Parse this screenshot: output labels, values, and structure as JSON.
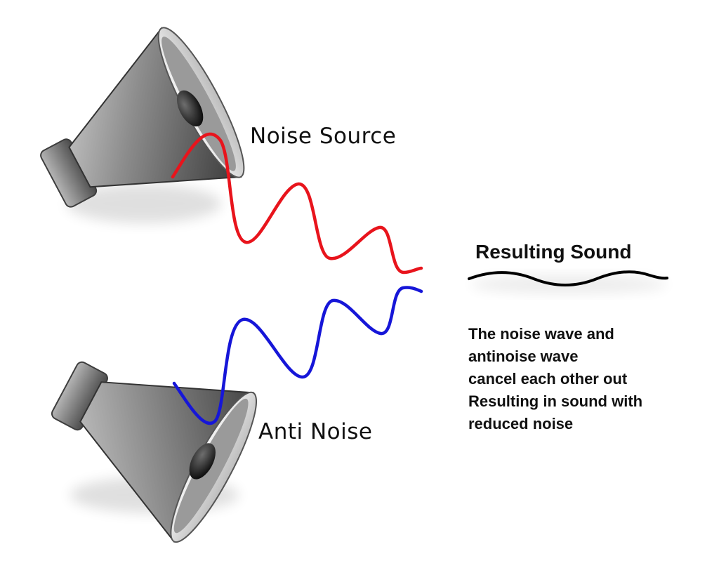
{
  "labels": {
    "noise_source": "Noise Source",
    "anti_noise": "Anti Noise",
    "resulting_sound": "Resulting Sound"
  },
  "explanation": [
    "The noise wave and",
    "antinoise wave",
    "cancel each other out",
    "Resulting in sound with",
    "reduced noise"
  ],
  "colors": {
    "noise_wave": "#e8141c",
    "anti_noise_wave": "#1616d8",
    "resulting_wave": "#000000"
  },
  "icons": {
    "top_speaker": "speaker-icon",
    "bottom_speaker": "speaker-icon"
  }
}
